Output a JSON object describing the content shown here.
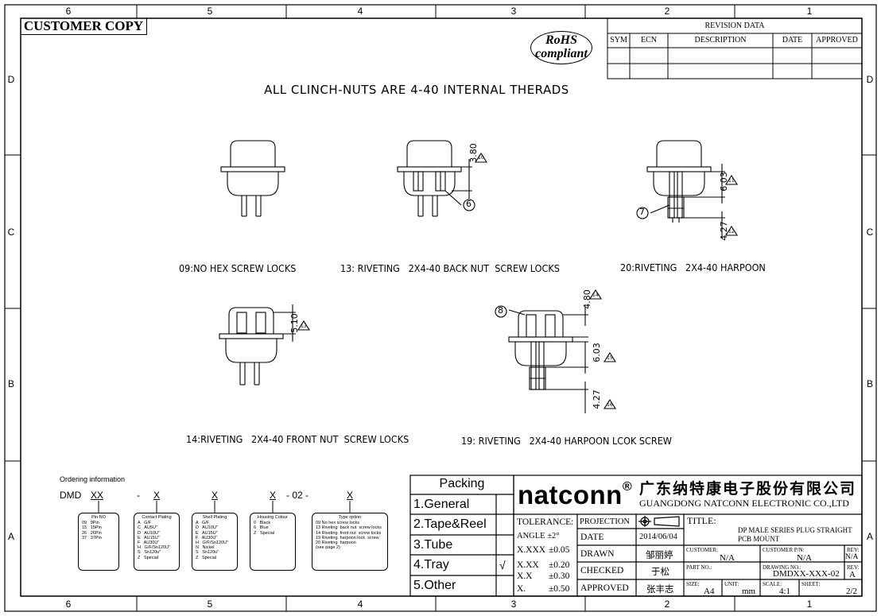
{
  "grid": {
    "columns": [
      "6",
      "5",
      "4",
      "3",
      "2",
      "1"
    ],
    "rows": [
      "D",
      "C",
      "B",
      "A"
    ]
  },
  "customer_copy": "CUSTOMER COPY",
  "rohs": {
    "line1": "RoHS",
    "line2": "compliant"
  },
  "revision": {
    "title": "REVISION DATA",
    "headers": [
      "SYM",
      "ECN",
      "DESCRIPTION",
      "DATE",
      "APPROVED"
    ]
  },
  "main_note": "ALL CLINCH-NUTS ARE 4-40 INTERNAL THERADS",
  "views": {
    "v09": {
      "caption": "09:NO HEX SCREW LOCKS"
    },
    "v13": {
      "caption": "13: RIVETING   2X4-40 BACK NUT  SCREW LOCKS",
      "dim": "3.80",
      "flag": "10",
      "callout": "6"
    },
    "v20": {
      "caption": "20:RIVETING   2X4-40 HARPOON",
      "dim1": "6.03",
      "flag1": "11",
      "dim2": "4.27",
      "flag2": "12",
      "callout": "7"
    },
    "v14": {
      "caption": "14:RIVETING   2X4-40 FRONT NUT  SCREW LOCKS",
      "dim": "5.10",
      "flag": "13"
    },
    "v19": {
      "caption": "19: RIVETING   2X4-40 HARPOON LCOK SCREW",
      "dim1": "4.80",
      "flag1": "14",
      "dim2": "6.03",
      "flag2": "15",
      "dim3": "4.27",
      "flag3": "16",
      "callout": "8"
    }
  },
  "ordering": {
    "title": "Ordering  information",
    "code": [
      "DMD",
      "XX",
      "-",
      "X",
      "X",
      "X",
      "- 02 -",
      "X"
    ],
    "boxes": [
      {
        "title": "Pin NO",
        "lines": [
          "09   9Pin",
          "15   15Pin",
          "26   26Pin",
          "37   37Pin"
        ]
      },
      {
        "title": "Contact Plating",
        "lines": [
          "A   G/F",
          "C   AU5U\"",
          "D   AU10U\"",
          "E   AU15U\"",
          "F   AU30U\"",
          "H   G/F/Sn120U\"",
          "S   Sn120u\"",
          "Z   Special"
        ]
      },
      {
        "title": "Shell Plating",
        "lines": [
          "A   G/F",
          "D   AU10U\"",
          "E   AU15U\"",
          "F   AU30U\"",
          "H   G/F/Sn120U\"",
          "N   Nickel",
          "S   Sn120u\"",
          "Z   Special"
        ]
      },
      {
        "title": "Housing Colour",
        "lines": [
          "0   Black",
          "6   Blue",
          "Z   Special"
        ]
      },
      {
        "title": "Type option",
        "lines": [
          "09 No hex screw locks",
          "13 Riveting  back nut  screw locks",
          "14 Riveting  front nut  screw locks",
          "19 Riveting  harpoon lock  screw",
          "20 Riveting  harpoon",
          "(see page 2)"
        ]
      }
    ]
  },
  "packing": {
    "title": "Packing",
    "items": [
      "1.General",
      "2.Tape&Reel",
      "3.Tube",
      "4.Tray",
      "5.Other"
    ],
    "checked_index": 3,
    "check": "√"
  },
  "company": {
    "logo": "natconn",
    "reg": "®",
    "cn": "广东纳特康电子股份有限公司",
    "en": "GUANGDONG NATCONN ELECTRONIC CO.,LTD"
  },
  "tolerance": {
    "title": "TOLERANCE:",
    "angle": "ANGLE ±2°",
    "rows": [
      [
        "X.XXX",
        "±0.05"
      ],
      [
        "X.XX",
        "±0.20"
      ],
      [
        "X.X",
        "±0.30"
      ],
      [
        "X.",
        "±0.50"
      ]
    ]
  },
  "meta": {
    "projection": "PROJECTION",
    "date_label": "DATE",
    "date": "2014/06/04",
    "drawn_label": "DRAWN",
    "drawn": "邹丽婷",
    "checked_label": "CHECKED",
    "checked": "于松",
    "approved_label": "APPROVED",
    "approved": "张丰志"
  },
  "title_block": {
    "title_label": "TITLE:",
    "title_line1": "DP MALE SERIES PLUG STRAIGHT",
    "title_line2": "PCB MOUNT",
    "customer_label": "CUSTOMER:",
    "customer": "N/A",
    "customer_pn_label": "CUSTOMER P/N:",
    "customer_pn": "N/A",
    "rev_label": "REV:",
    "rev1": "N/A",
    "part_no_label": "PART NO.:",
    "drawing_no_label": "DRAWING NO.:",
    "drawing_no": "DMDXX-XXX-02",
    "rev2": "A",
    "size_label": "SIZE:",
    "size": "A4",
    "unit_label": "UNIT:",
    "unit": "mm",
    "scale_label": "SCALE:",
    "scale": "4:1",
    "sheet_label": "SHEET:",
    "sheet": "2/2"
  }
}
